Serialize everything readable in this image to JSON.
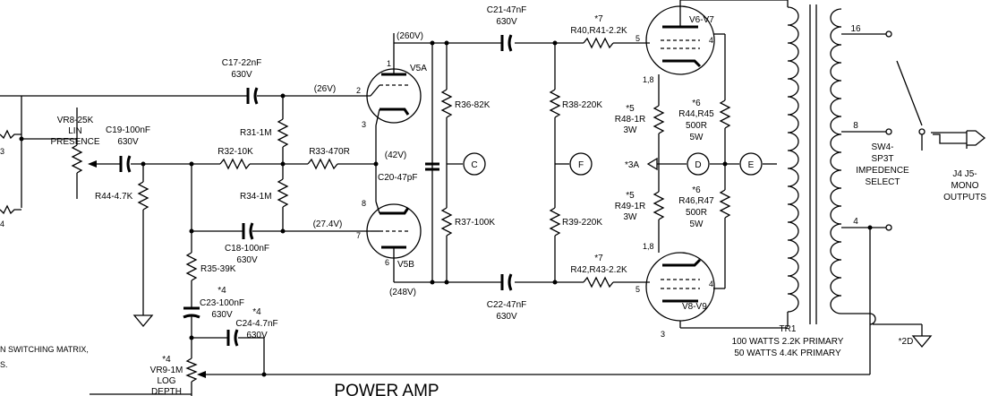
{
  "title": "POWER AMP",
  "side_text": [
    "N SWITCHING MATRIX,",
    "S."
  ],
  "labels": {
    "c17": [
      "C17-22nF",
      "630V"
    ],
    "vr8": [
      "VR8-25K",
      "LIN",
      "PRESENCE"
    ],
    "c19": [
      "C19-100nF",
      "630V"
    ],
    "r44": "R44-4.7K",
    "r31": "R31-1M",
    "r32": "R32-10K",
    "r33": "R33-470R",
    "r34": "R34-1M",
    "c18": [
      "C18-100nF",
      "630V"
    ],
    "r35": "R35-39K",
    "c23": [
      "*4",
      "C23-100nF",
      "630V"
    ],
    "c24": [
      "*4",
      "C24-4.7nF",
      "630V"
    ],
    "vr9": [
      "*4",
      "VR9-1M",
      "LOG",
      "DEPTH"
    ],
    "v5a": "V5A",
    "v5b": "V5B",
    "v26": "(26V)",
    "v260": "(260V)",
    "v42": "(42V)",
    "v274": "(27.4V)",
    "v248": "(248V)",
    "r36": "R36-82K",
    "r37": "R37-100K",
    "c20": "C20-47pF",
    "c21": [
      "C21-47nF",
      "630V"
    ],
    "c22": [
      "C22-47nF",
      "630V"
    ],
    "r38": "R38-220K",
    "r39": "R39-220K",
    "r40": [
      "*7",
      "R40,R41-2.2K"
    ],
    "r42": [
      "*7",
      "R42,R43-2.2K"
    ],
    "r48": [
      "*5",
      "R48-1R",
      "3W"
    ],
    "r49": [
      "*5",
      "R49-1R",
      "3W"
    ],
    "r44b": [
      "*6",
      "R44,R45",
      "500R",
      "5W"
    ],
    "r46": [
      "*6",
      "R46,R47",
      "500R",
      "5W"
    ],
    "v6": "V6-V7",
    "v8": "V8-V9",
    "tr1": [
      "TR1",
      "100 WATTS 2.2K PRIMARY",
      "50 WATTS 4.4K PRIMARY"
    ],
    "sw4": [
      "SW4-",
      "SP3T",
      "IMPEDENCE",
      "SELECT"
    ],
    "j4": [
      "J4 J5-",
      "MONO",
      "OUTPUTS"
    ],
    "tap16": "16",
    "tap8": "8",
    "tap4": "4",
    "star3a": "*3A",
    "star2d": "*2D",
    "pin3": "3",
    "pin4": "4"
  },
  "nodes": [
    "C",
    "F",
    "D",
    "E"
  ],
  "pins": {
    "v5a_1": "1",
    "v5a_2": "2",
    "v5a_3": "3",
    "v5b_8": "8",
    "v5b_7": "7",
    "v5b_6": "6",
    "v6_5": "5",
    "v6_4": "4",
    "v6_18": "1,8",
    "v8_5": "5",
    "v8_4": "4",
    "v8_18": "1,8",
    "v8_3": "3"
  }
}
